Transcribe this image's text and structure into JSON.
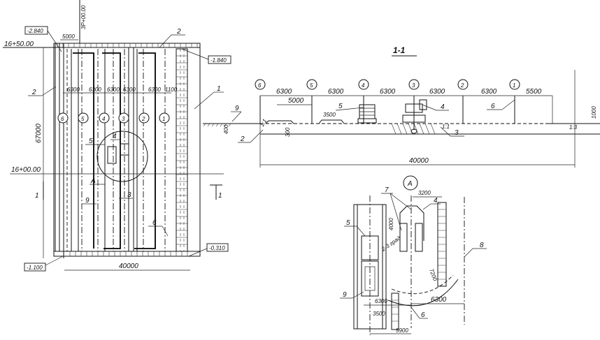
{
  "plan": {
    "station_top": "16+50.00",
    "station_mid": "16+00.00",
    "station_vertical": "3Р+00.00",
    "elev_top_left": "-2.840",
    "elev_top_right": "-1.840",
    "elev_bottom_left": "-1.100",
    "elev_bottom_right": "-0.310",
    "dim_length": "67000",
    "dim_width": "40000",
    "dim_top": "5000",
    "axis_spacings": [
      "6300",
      "6300",
      "6300",
      "6300",
      "6300",
      "1100"
    ],
    "axes": [
      "6",
      "5",
      "4",
      "3",
      "2",
      "1"
    ],
    "callouts": [
      "1",
      "2",
      "2",
      "3",
      "4",
      "5",
      "6",
      "9"
    ],
    "detail_marker": "A",
    "section_marker": "1"
  },
  "section": {
    "title": "1-1",
    "axes": [
      "6",
      "5",
      "4",
      "3",
      "2",
      "1"
    ],
    "spacings": [
      "6300",
      "6300",
      "6300",
      "6300",
      "6300",
      "5500"
    ],
    "dim_inner_a": "5000",
    "dim_inner_b": "3500",
    "dim_total": "40000",
    "dim_height_right": "1000",
    "dim_depth_left": "400",
    "dim_depth_mid": "300",
    "slope_left": "1:1",
    "slope_mid": "1:1",
    "slope_right": "1:3",
    "callouts": [
      "9",
      "2",
      "5",
      "4",
      "3",
      "6"
    ]
  },
  "detail": {
    "marker": "A",
    "dim_top": "3200",
    "dim_vertical": "4000",
    "dim_radius": "7200",
    "dim_slope": "2-3 град",
    "dim_left_a": "6300",
    "dim_left_b": "3500",
    "dim_right": "6300",
    "dim_bottom": "5900",
    "callouts": [
      "7",
      "5",
      "4",
      "8",
      "9",
      "6"
    ]
  }
}
